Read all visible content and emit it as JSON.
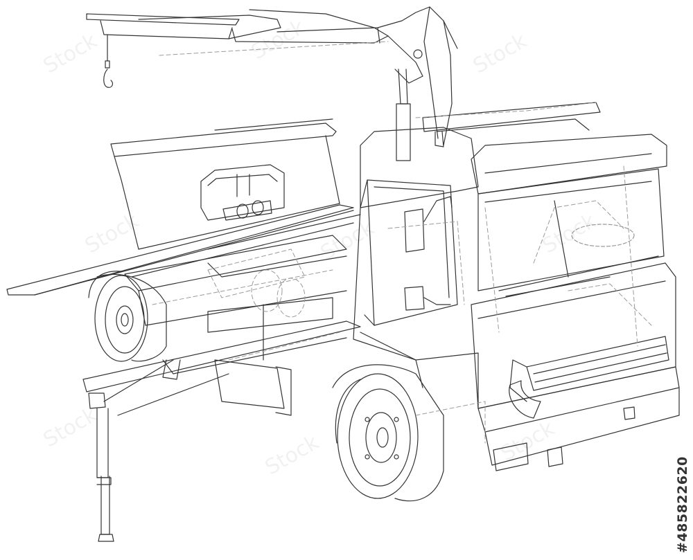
{
  "image": {
    "subject": "tow-truck-wireframe",
    "stock_id": "#485822620",
    "watermark_text": "Stock",
    "colors": {
      "background": "#ffffff",
      "line": "#333333",
      "hidden_line": "#9a9a9a",
      "text": "#333333"
    }
  }
}
